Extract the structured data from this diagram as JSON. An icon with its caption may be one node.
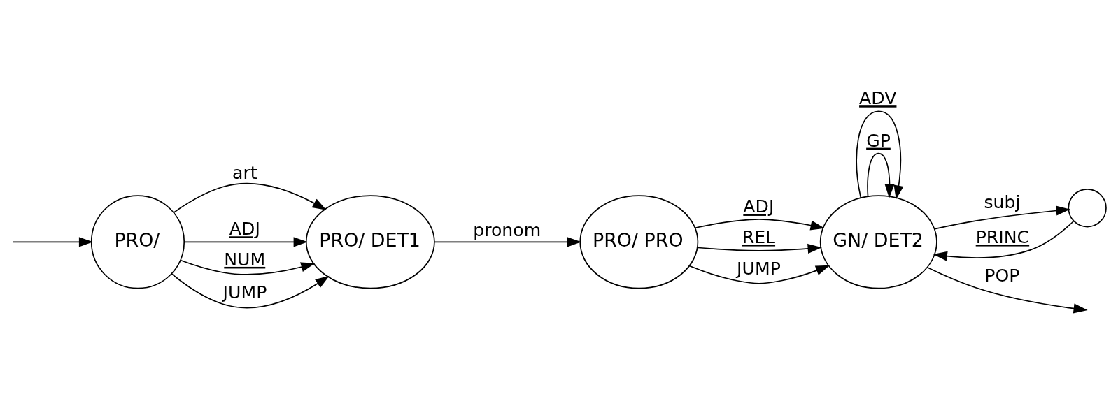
{
  "diagram": {
    "nodes": [
      {
        "text": [
          "PRO/"
        ]
      },
      {
        "text": [
          "PRO/ DET1"
        ]
      },
      {
        "text": [
          "PRO/ PRO"
        ]
      },
      {
        "text": [
          "GN/ DET2"
        ]
      },
      {
        "text": [],
        "shape": "circle"
      }
    ],
    "edges": [
      {
        "from": null,
        "to": 0,
        "arrow": "to"
      },
      {
        "from": 0,
        "to": 1,
        "arrow": "to",
        "label": "art"
      },
      {
        "from": 0,
        "to": 1,
        "arrow": "to",
        "label": "ADJ"
      },
      {
        "from": 0,
        "to": 1,
        "arrow": "to",
        "label": "NUM"
      },
      {
        "from": 0,
        "to": 1,
        "arrow": "to",
        "label": "JUMP"
      },
      {
        "from": 1,
        "to": 2,
        "arrow": "to",
        "label": "pronom"
      },
      {
        "from": 2,
        "to": 3,
        "arrow": "to",
        "label": "ADJ"
      },
      {
        "from": 2,
        "to": 3,
        "arrow": "to",
        "label": "REL"
      },
      {
        "from": 2,
        "to": 3,
        "arrow": "to",
        "label": "JUMP"
      },
      {
        "from": 3,
        "to": 3,
        "arrow": "to",
        "label": "GP"
      },
      {
        "from": 3,
        "to": 3,
        "arrow": "to",
        "label": "ADV"
      },
      {
        "from": 3,
        "to": 4,
        "arrow": "to",
        "label": "subj"
      },
      {
        "from": 4,
        "to": 3,
        "arrow": "to",
        "label": "PRINC"
      },
      {
        "from": 3,
        "to": null,
        "arrow": "to",
        "label": "POP"
      }
    ]
  }
}
